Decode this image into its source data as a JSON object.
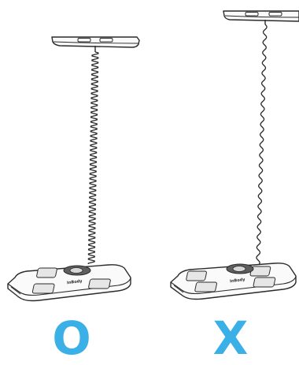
{
  "figures": [
    {
      "id": "correct",
      "cable_state": "coiled",
      "verdict_mark": "O",
      "brand_label": "InBody"
    },
    {
      "id": "incorrect",
      "cable_state": "stretched",
      "verdict_mark": "X",
      "brand_label": "InBody"
    }
  ],
  "colors": {
    "verdict": "#3ab0e6",
    "outline": "#2a2a2a",
    "body_fill": "#fafafa",
    "pad_fill": "#e6e6e6",
    "center_fill": "#5e5e5e"
  }
}
